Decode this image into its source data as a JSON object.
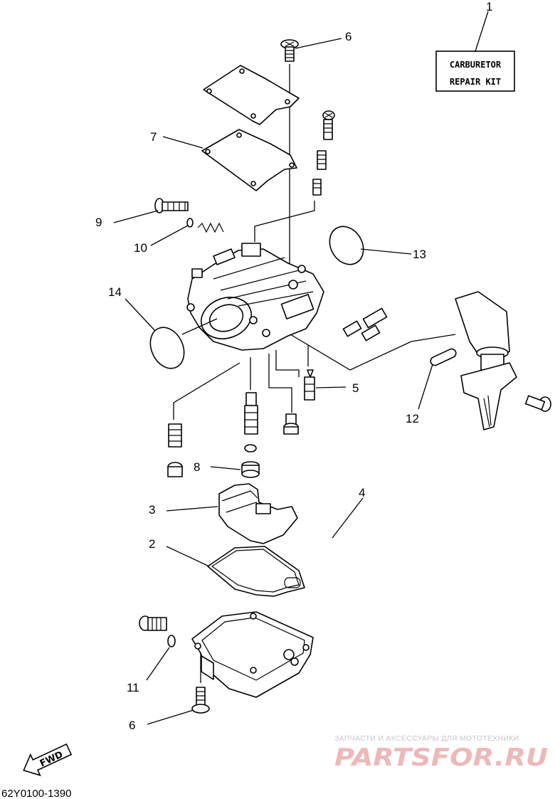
{
  "kit_label": {
    "line1": "CARBURETOR",
    "line2": "REPAIR  KIT"
  },
  "callouts": {
    "c1": "1",
    "c2": "2",
    "c3": "3",
    "c4": "4",
    "c5": "5",
    "c6a": "6",
    "c6b": "6",
    "c7": "7",
    "c8": "8",
    "c9": "9",
    "c10": "10",
    "c11": "11",
    "c12": "12",
    "c13": "13",
    "c14": "14"
  },
  "fwd_label": "FWD",
  "diagram_code": "62Y0100-1390",
  "watermark": {
    "tagline": "ЗАПЧАСТИ И АКСЕССУАРЫ ДЛЯ МОТОТЕХНИКИ",
    "logo": "PARTSFOR.RU",
    "color": "#eeb8b8"
  }
}
